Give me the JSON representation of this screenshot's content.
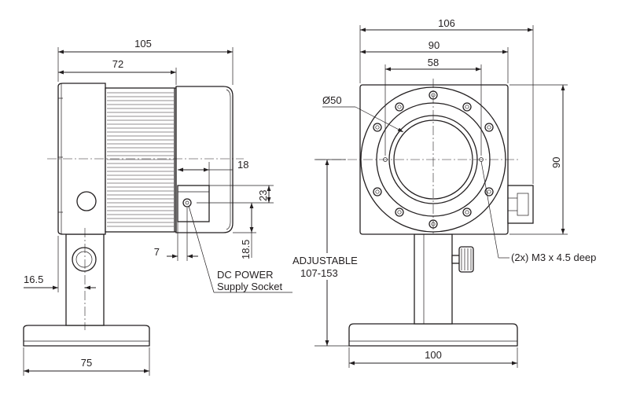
{
  "dimensions": {
    "side_overall_length": "105",
    "side_body_length": "72",
    "side_socket_offset": "18",
    "side_socket_height": "23",
    "side_socket_from_bottom": "18.5",
    "side_socket_depth": "7",
    "side_post_offset": "16.5",
    "side_base_width": "75",
    "front_overall_width": "106",
    "front_plate_width": "90",
    "front_hole_spacing": "58",
    "front_plate_height": "90",
    "front_aperture": "Ø50",
    "front_base_width": "100"
  },
  "labels": {
    "dc_power_line1": "DC POWER",
    "dc_power_line2": "Supply Socket",
    "adjustable_line1": "ADJUSTABLE",
    "adjustable_line2": "107-153",
    "tapped_holes": "(2x) M3 x 4.5 deep"
  }
}
